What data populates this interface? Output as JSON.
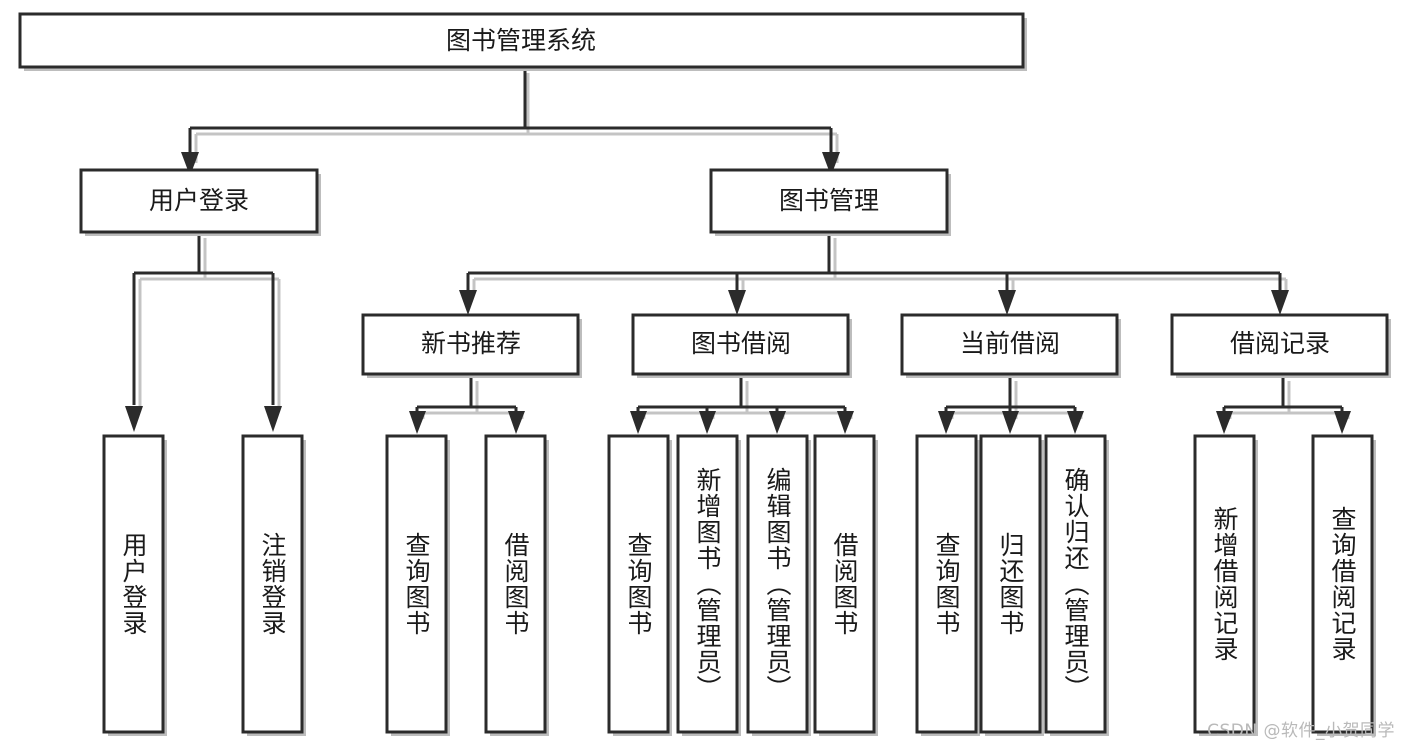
{
  "diagram": {
    "type": "tree-hierarchy-chart",
    "title": "图书管理系统",
    "colors": {
      "box_stroke": "#2b2b2b",
      "box_fill": "#ffffff",
      "edge": "#2b2b2b",
      "text": "#1a1a1a",
      "watermark": "#b9b9b9",
      "background": "#ffffff"
    },
    "root": {
      "label": "图书管理系统"
    },
    "level2": [
      {
        "label": "用户登录"
      },
      {
        "label": "图书管理"
      }
    ],
    "level3": [
      {
        "label": "新书推荐"
      },
      {
        "label": "图书借阅"
      },
      {
        "label": "当前借阅"
      },
      {
        "label": "借阅记录"
      }
    ],
    "leaves": {
      "user_login": [
        {
          "label": "用户登录"
        },
        {
          "label": "注销登录"
        }
      ],
      "new_book_recommend": [
        {
          "label": "查询图书"
        },
        {
          "label": "借阅图书"
        }
      ],
      "book_borrow": [
        {
          "label": "查询图书"
        },
        {
          "label": "新增图书（管理员）"
        },
        {
          "label": "编辑图书（管理员）"
        },
        {
          "label": "借阅图书"
        }
      ],
      "current_borrow": [
        {
          "label": "查询图书"
        },
        {
          "label": "归还图书"
        },
        {
          "label": "确认归还（管理员）"
        }
      ],
      "borrow_record": [
        {
          "label": "新增借阅记录"
        },
        {
          "label": "查询借阅记录"
        }
      ]
    }
  },
  "watermark": {
    "text": "CSDN @软件_小贺同学"
  }
}
